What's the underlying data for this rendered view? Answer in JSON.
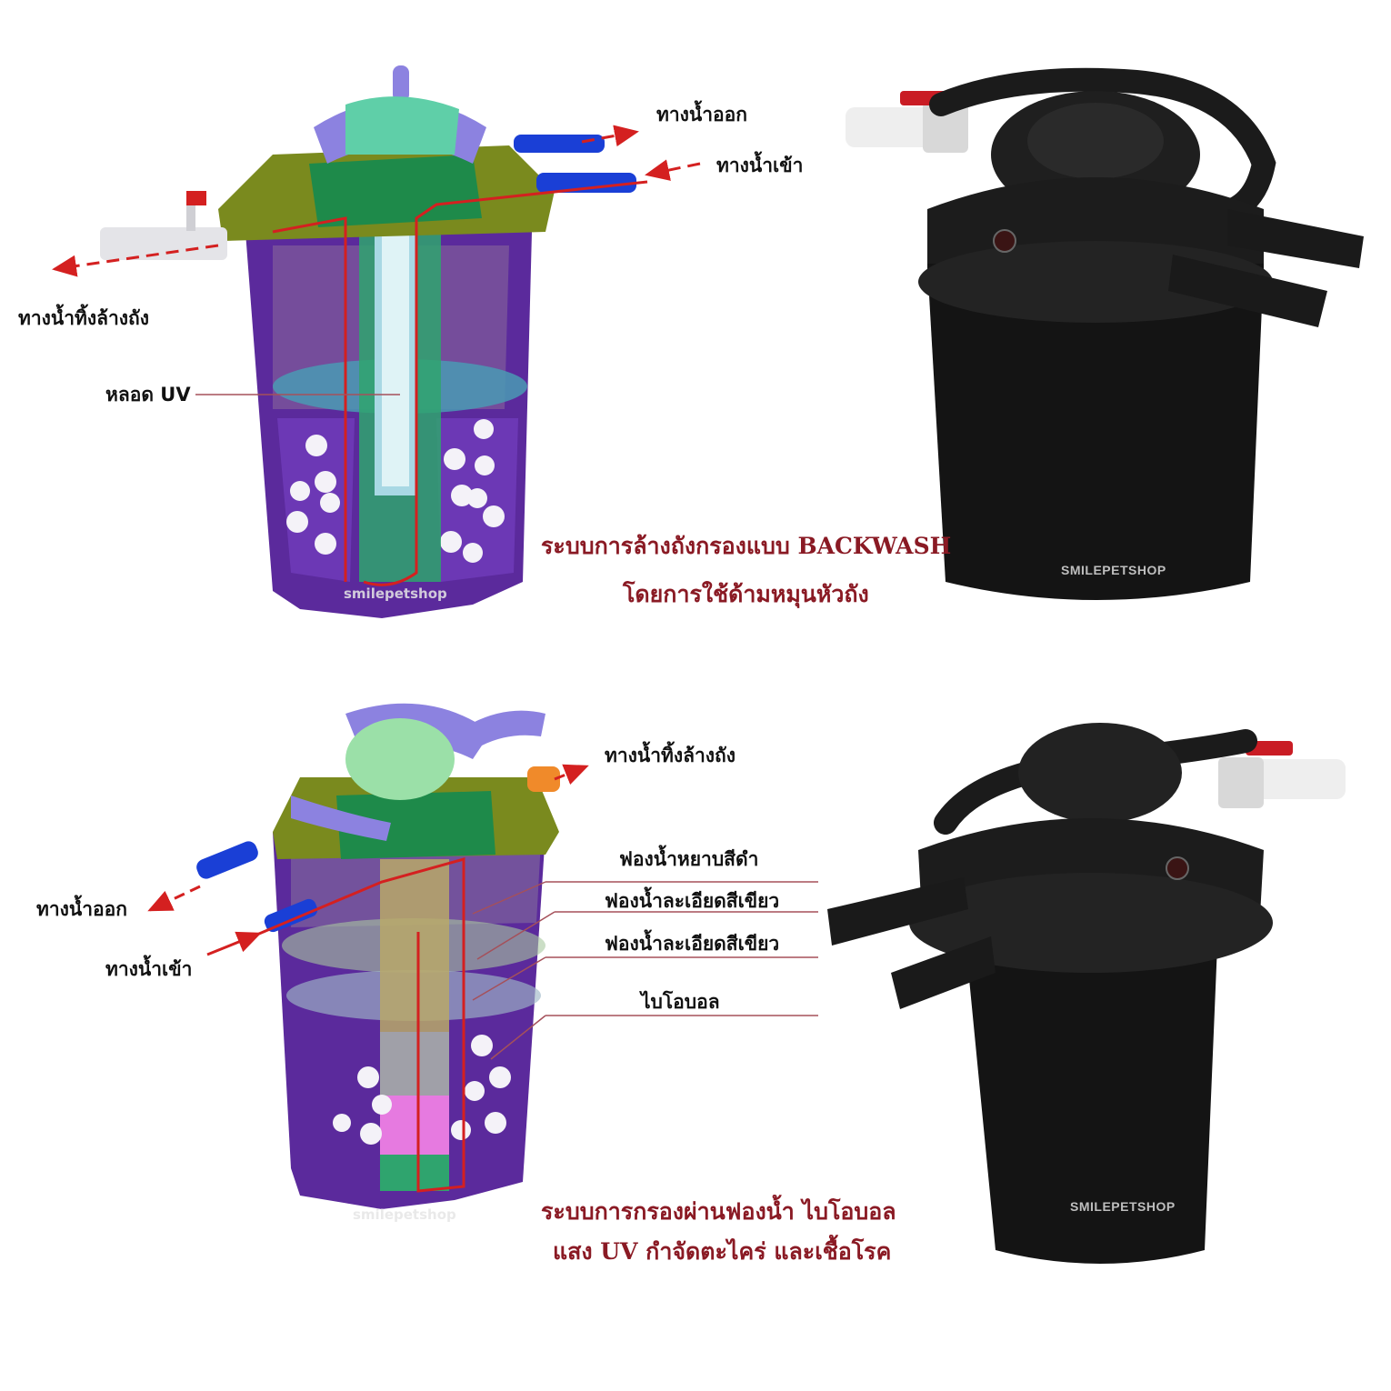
{
  "top": {
    "labels": {
      "outlet": "ทางน้ำออก",
      "inlet": "ทางน้ำเข้า",
      "backwash": "ทางน้ำทิ้งล้างถัง",
      "uv_lamp": "หลอด UV"
    },
    "caption_line1": "ระบบการล้างถังกรองแบบ BACKWASH",
    "caption_line2": "โดยการใช้ด้ามหมุนหัวถัง",
    "watermark_cutaway": "smilepetshop",
    "watermark_product": "SMILEPETSHOP"
  },
  "bottom": {
    "labels": {
      "backwash": "ทางน้ำทิ้งล้างถัง",
      "outlet": "ทางน้ำออก",
      "inlet": "ทางน้ำเข้า",
      "sponge_black": "ฟองน้ำหยาบสีดำ",
      "sponge_green_1": "ฟองน้ำละเอียดสีเขียว",
      "sponge_green_2": "ฟองน้ำละเอียดสีเขียว",
      "bioball": "ไบโอบอล"
    },
    "caption_line1": "ระบบการกรองผ่านฟองน้ำ ไบโอบอล",
    "caption_line2": "แสง UV กำจัดตะไคร่ และเชื้อโรค",
    "watermark_cutaway": "smilepetshop",
    "watermark_product": "SMILEPETSHOP"
  },
  "colors": {
    "flow_arrow": "#d42020",
    "caption": "#8a1a24",
    "housing_purple": "#5b2a9c",
    "lid_lavender": "#8c82e0",
    "head_olive": "#7a8a1e",
    "core_green": "#2fa46e",
    "nozzle_blue": "#1a3fd6",
    "product_black": "#141414"
  }
}
